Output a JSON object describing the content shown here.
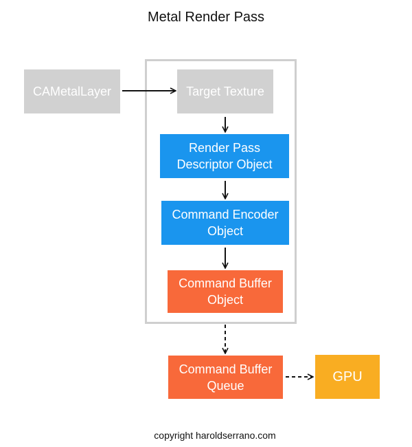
{
  "title": "Metal Render Pass",
  "footer": "copyright haroldserrano.com",
  "colors": {
    "gray_node": "#d1d1d1",
    "blue_node": "#1a95ee",
    "orange_node": "#f8693a",
    "gpu_node": "#f9ad22",
    "frame_border": "#cfcfcf",
    "arrow": "#111111"
  },
  "nodes": {
    "cametal_layer": "CAMetalLayer",
    "target_texture": "Target Texture",
    "render_pass_descriptor": "Render Pass\nDescriptor Object",
    "command_encoder": "Command Encoder\nObject",
    "command_buffer": "Command Buffer\nObject",
    "command_buffer_queue": "Command Buffer\nQueue",
    "gpu": "GPU"
  }
}
